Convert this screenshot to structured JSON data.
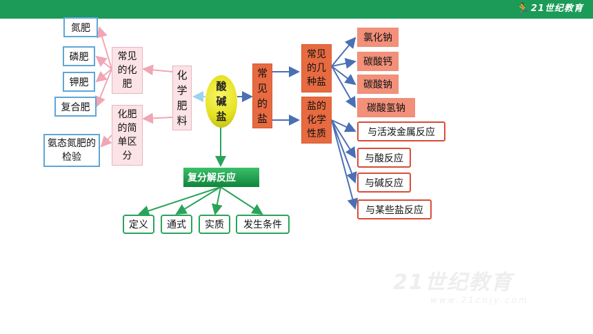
{
  "header": {
    "logo_text": "21世纪教育",
    "brand_color": "#1b9a58"
  },
  "watermark": {
    "line1": "21世纪教育",
    "line2": "www.21cnjy.com"
  },
  "diagram": {
    "center": "酸碱盐",
    "left_branch": {
      "label": "化学肥料",
      "common": {
        "label": "常见的化肥",
        "items": [
          "氮肥",
          "磷肥",
          "钾肥",
          "复合肥"
        ]
      },
      "identify": {
        "label": "化肥的简单区分",
        "items": [
          "氨态氮肥的检验"
        ]
      }
    },
    "right_branch": {
      "label": "常见的盐",
      "types": {
        "label": "常见的几种盐",
        "items": [
          "氯化钠",
          "碳酸钙",
          "碳酸钠",
          "碳酸氢钠"
        ]
      },
      "properties": {
        "label": "盐的化学性质",
        "items": [
          "与活泼金属反应",
          "与酸反应",
          "与碱反应",
          "与某些盐反应"
        ]
      }
    },
    "bottom_branch": {
      "label": "复分解反应",
      "items": [
        "定义",
        "通式",
        "实质",
        "发生条件"
      ]
    }
  }
}
